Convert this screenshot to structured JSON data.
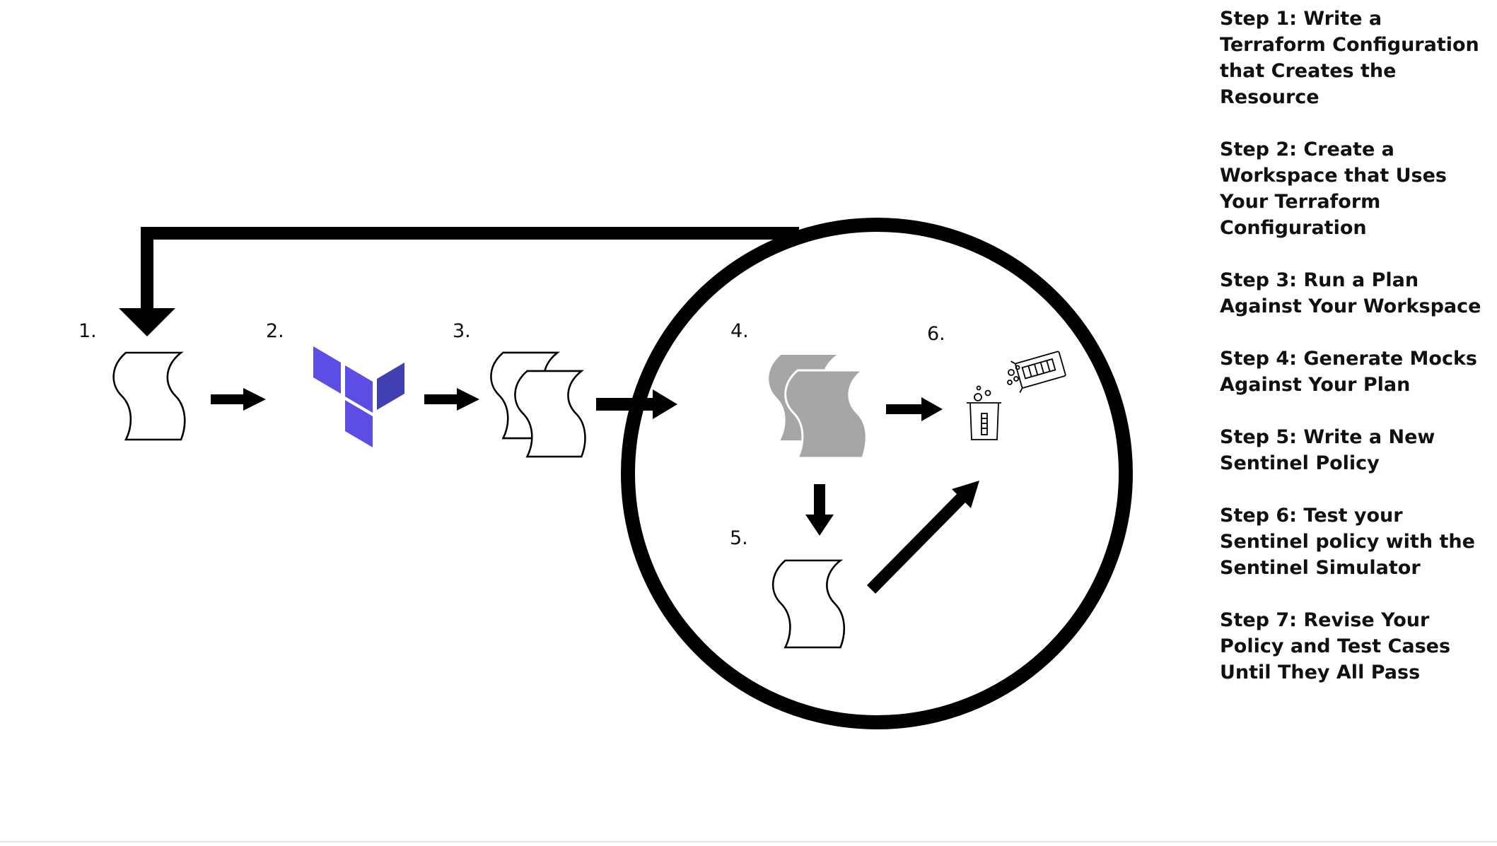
{
  "diagram": {
    "numbers": [
      "1.",
      "2.",
      "3.",
      "4.",
      "5.",
      "6."
    ],
    "colors": {
      "stroke": "#000000",
      "mock_fill": "#a6a6a6",
      "terraform_light": "#5c4ee5",
      "terraform_dark": "#4040b2"
    },
    "icons": [
      "config-document-icon",
      "terraform-logo-icon",
      "plan-documents-icon",
      "mock-documents-icon",
      "policy-document-icon",
      "simulator-lab-icon"
    ]
  },
  "steps": [
    "Step 1: Write a Terraform Configuration that Creates the Resource",
    "Step 2: Create a Workspace that Uses Your Terraform Configuration",
    "Step 3: Run a Plan Against Your Workspace",
    "Step 4: Generate Mocks Against Your Plan",
    "Step 5: Write a New Sentinel Policy",
    "Step 6: Test your Sentinel policy with the Sentinel Simulator",
    "Step 7: Revise Your Policy and Test Cases Until They All Pass"
  ]
}
